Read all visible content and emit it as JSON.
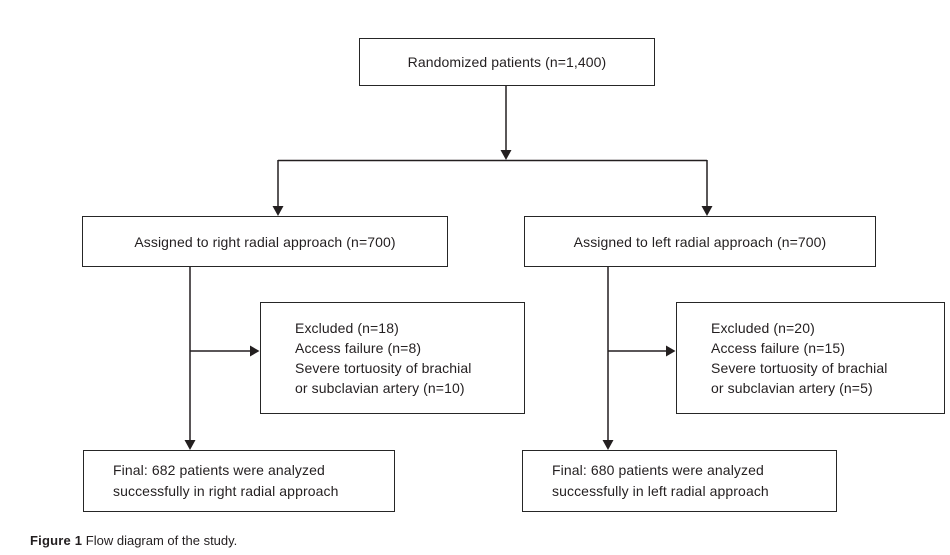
{
  "figure": {
    "caption_label": "Figure 1",
    "caption_text": "Flow diagram of the study."
  },
  "flowchart": {
    "randomized": "Randomized patients (n=1,400)",
    "right_radial_arm": {
      "assigned": "Assigned to right radial approach (n=700)",
      "excluded": {
        "lines": {
          "0": "Excluded (n=18)",
          "1": "Access failure (n=8)",
          "2": "Severe tortuosity of brachial",
          "3": "or subclavian artery (n=10)"
        }
      },
      "final": {
        "lines": {
          "0": "Final: 682 patients were analyzed",
          "1": "successfully in right radial approach"
        }
      }
    },
    "left_radial_arm": {
      "assigned": "Assigned to left radial approach (n=700)",
      "excluded": {
        "lines": {
          "0": "Excluded (n=20)",
          "1": "Access failure (n=15)",
          "2": "Severe tortuosity of brachial",
          "3": "or subclavian artery (n=5)"
        }
      },
      "final": {
        "lines": {
          "0": "Final: 680 patients were analyzed",
          "1": "successfully in left radial approach"
        }
      }
    },
    "colors": {
      "line": "#231f20",
      "box_border": "#262626",
      "text": "#231f20",
      "background": "#ffffff"
    }
  }
}
